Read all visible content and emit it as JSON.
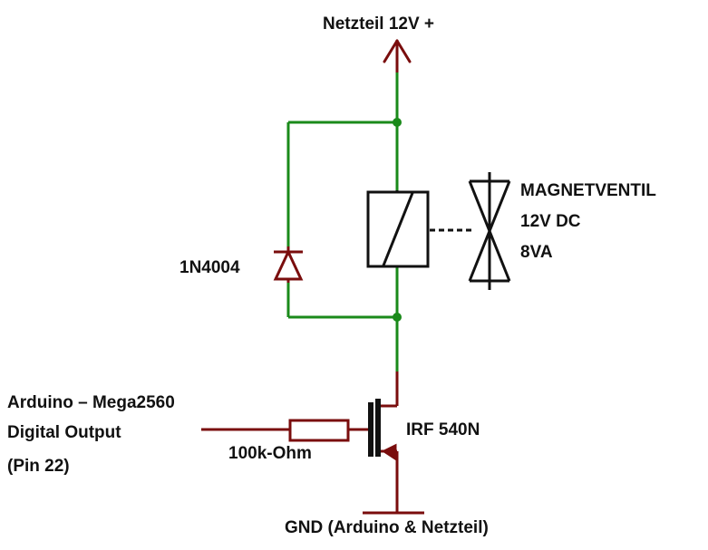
{
  "labels": {
    "supply": "Netzteil 12V +",
    "diode": "1N4004",
    "valve_line1": "MAGNETVENTIL",
    "valve_line2": "12V DC",
    "valve_line3": "8VA",
    "arduino_line1": "Arduino – Mega2560",
    "arduino_line2": "Digital Output",
    "arduino_line3": "(Pin 22)",
    "resistor": "100k-Ohm",
    "mosfet": "IRF 540N",
    "ground": "GND (Arduino & Netzteil)"
  },
  "colors": {
    "wire_supply": "#1a8a1a",
    "wire_control": "#7a0d0d",
    "component": "#111111",
    "text": "#111111"
  }
}
